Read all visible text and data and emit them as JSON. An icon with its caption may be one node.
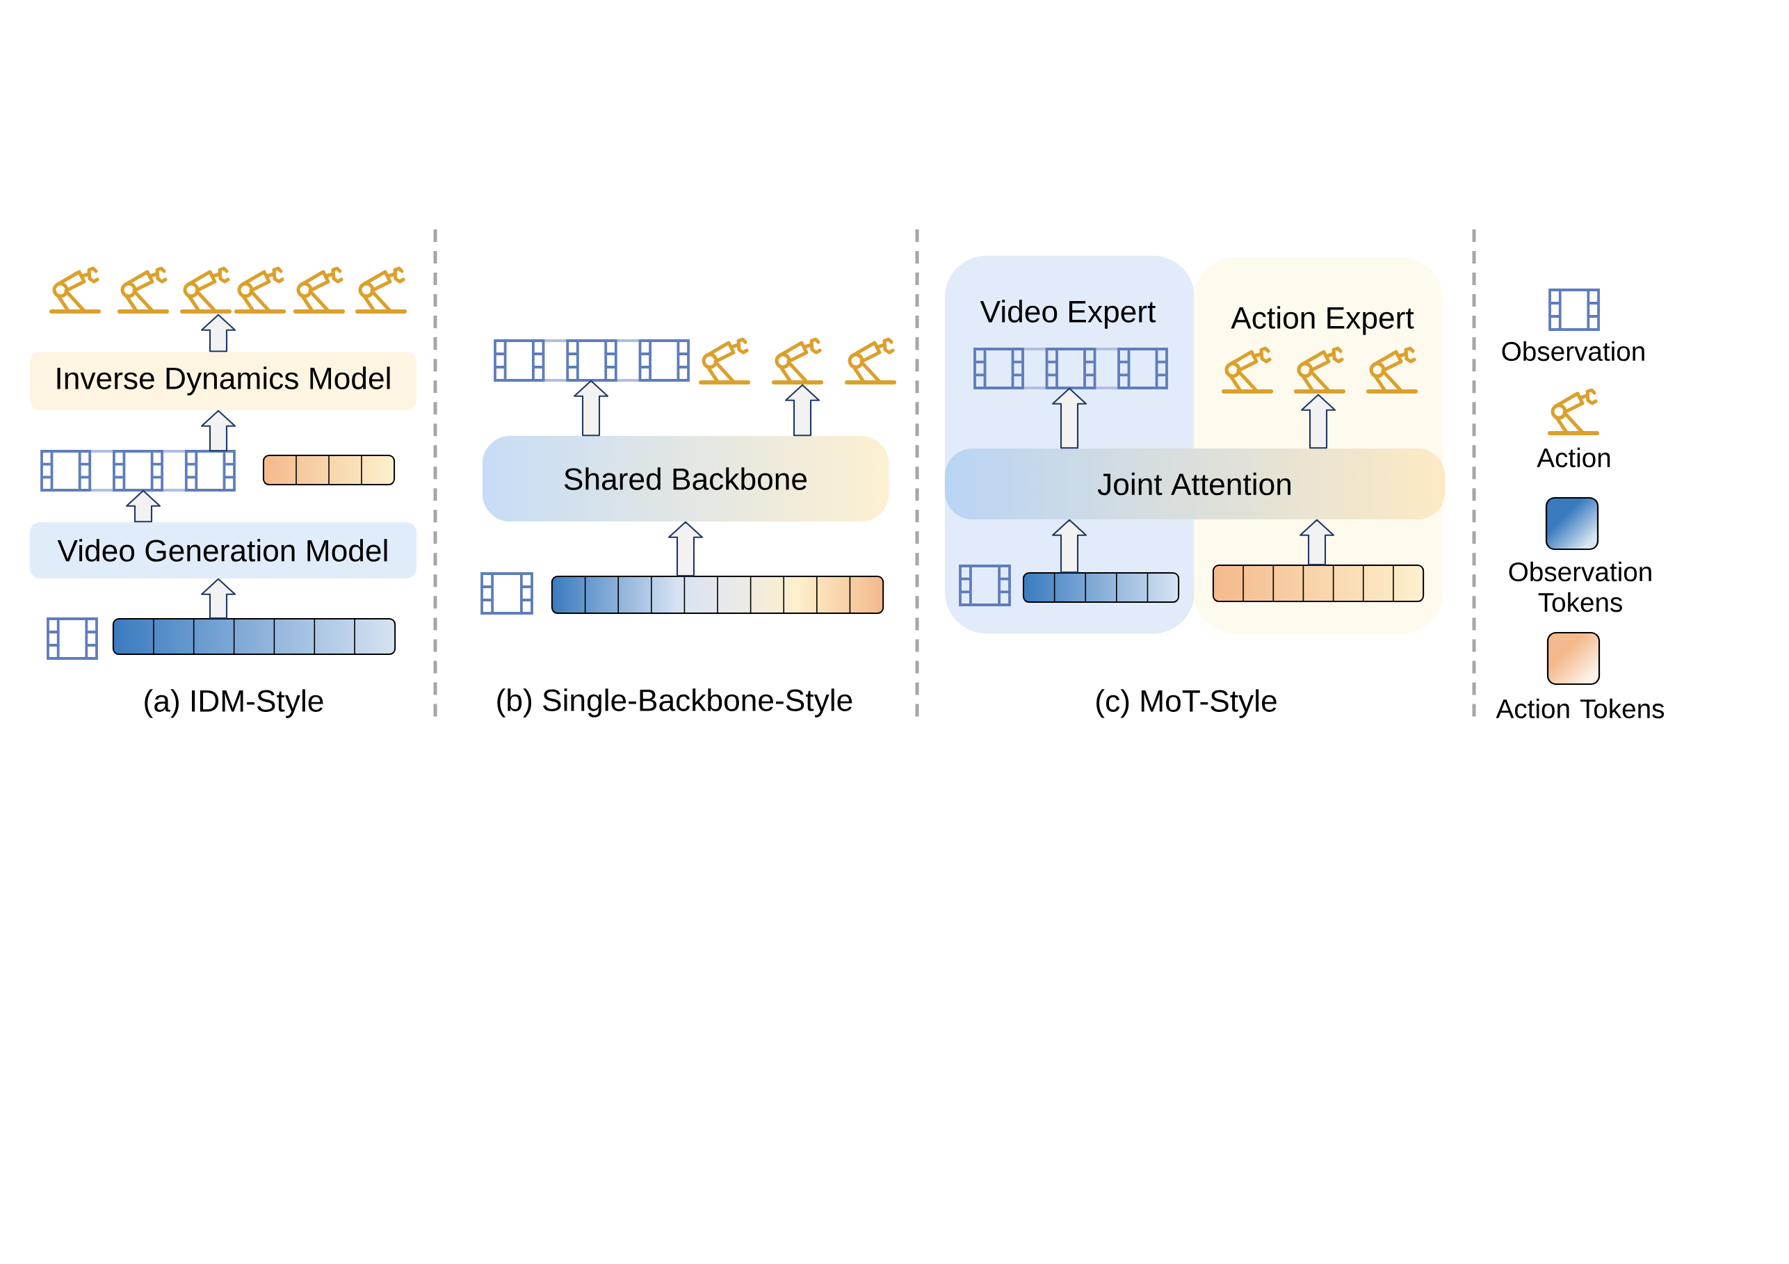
{
  "diagram": {
    "nodes": [
      {
        "text": [],
        "shape": "picture"
      },
      {
        "text": [
          "Inverse Dynamics Model"
        ]
      },
      {
        "text": [],
        "shape": "picture"
      },
      {
        "text": [],
        "shape": "bar"
      },
      {
        "text": [
          "Video Generation Model"
        ]
      },
      {
        "text": [],
        "shape": "bar"
      },
      {
        "text": [],
        "shape": "picture"
      },
      {
        "text": [],
        "shape": "picture"
      },
      {
        "text": [
          "Shared Backbone"
        ]
      },
      {
        "text": [],
        "shape": "bar"
      },
      {
        "text": [
          "Video Expert"
        ]
      },
      {
        "text": [
          "Action Expert"
        ]
      },
      {
        "text": [],
        "shape": "picture",
        "in": 10
      },
      {
        "text": [],
        "shape": "picture",
        "in": 11
      },
      {
        "text": [
          "Joint Attention"
        ]
      },
      {
        "text": [],
        "shape": "bar",
        "in": 10
      },
      {
        "text": [],
        "shape": "bar",
        "in": 11
      }
    ],
    "edges": [
      {
        "from": 1,
        "to": 0,
        "arrow": "to"
      },
      {
        "from": 2,
        "to": 1,
        "arrow": "to"
      },
      {
        "from": 4,
        "to": 2,
        "arrow": "to"
      },
      {
        "from": 5,
        "to": 4,
        "arrow": "to"
      },
      {
        "from": 8,
        "to": 6,
        "arrow": "to"
      },
      {
        "from": 8,
        "to": 7,
        "arrow": "to"
      },
      {
        "from": 9,
        "to": 8,
        "arrow": "to"
      },
      {
        "from": 14,
        "to": 12,
        "arrow": "to"
      },
      {
        "from": 14,
        "to": 13,
        "arrow": "to"
      },
      {
        "from": 15,
        "to": 14,
        "arrow": "to"
      },
      {
        "from": 16,
        "to": 14,
        "arrow": "to"
      }
    ],
    "labels": [
      "(a) IDM-Style",
      "(b) Single-Backbone-Style",
      "(c) MoT-Style"
    ],
    "legend": [
      {
        "text": "Observation"
      },
      {
        "text": "Action"
      },
      {
        "text": "Observation Tokens",
        "color": "#3a7bbf"
      },
      {
        "text": "Action Tokens",
        "color": "#f4b98c"
      }
    ]
  }
}
